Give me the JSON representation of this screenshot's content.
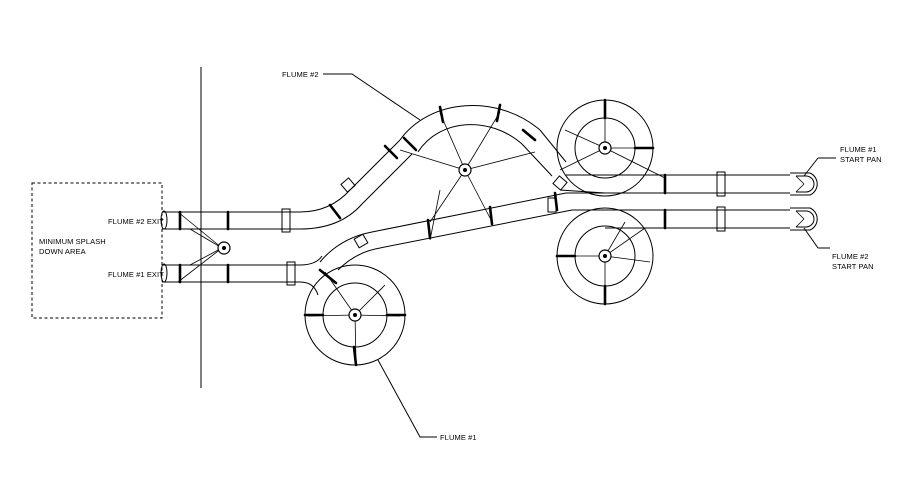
{
  "labels": {
    "flume2_top": "FLUME #2",
    "flume1_bottom": "FLUME #1",
    "flume2_exit": "FLUME #2 EXIT",
    "flume1_exit": "FLUME #1 EXIT",
    "splash_line1": "MINIMUM SPLASH",
    "splash_line2": "DOWN AREA",
    "flume1_start_line1": "FLUME #1",
    "flume1_start_line2": "START PAN",
    "flume2_start_line1": "FLUME #2",
    "flume2_start_line2": "START PAN"
  },
  "colors": {
    "line": "#000000",
    "background": "#ffffff"
  }
}
